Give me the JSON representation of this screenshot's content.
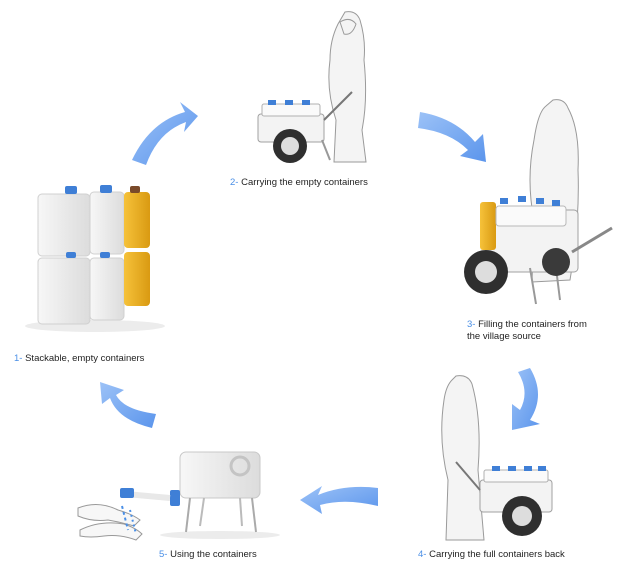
{
  "accent_color": "#4a8fe6",
  "arrow_color": "#7aa9f0",
  "steps": [
    {
      "number": "1-",
      "text": "Stackable, empty containers"
    },
    {
      "number": "2-",
      "text": "Carrying the empty containers"
    },
    {
      "number": "3-",
      "text": "Filling the containers from",
      "text_line2": "the village source"
    },
    {
      "number": "4-",
      "text": "Carrying the full containers back"
    },
    {
      "number": "5-",
      "text": "Using the containers"
    }
  ]
}
